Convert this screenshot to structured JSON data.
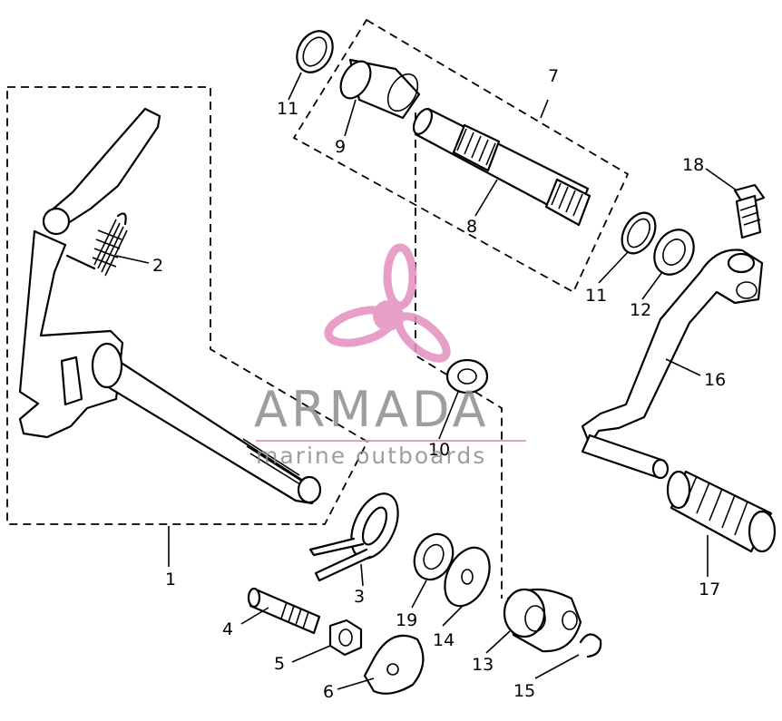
{
  "diagram": {
    "part_numbers": [
      "1",
      "2",
      "3",
      "4",
      "5",
      "6",
      "7",
      "8",
      "9",
      "10",
      "11",
      "11",
      "12",
      "13",
      "14",
      "15",
      "16",
      "17",
      "18",
      "19"
    ]
  },
  "watermark": {
    "title": "ARMADA",
    "subtitle": "marine outboards",
    "accent_color": "#e38fbf",
    "icon": "propeller-icon"
  }
}
